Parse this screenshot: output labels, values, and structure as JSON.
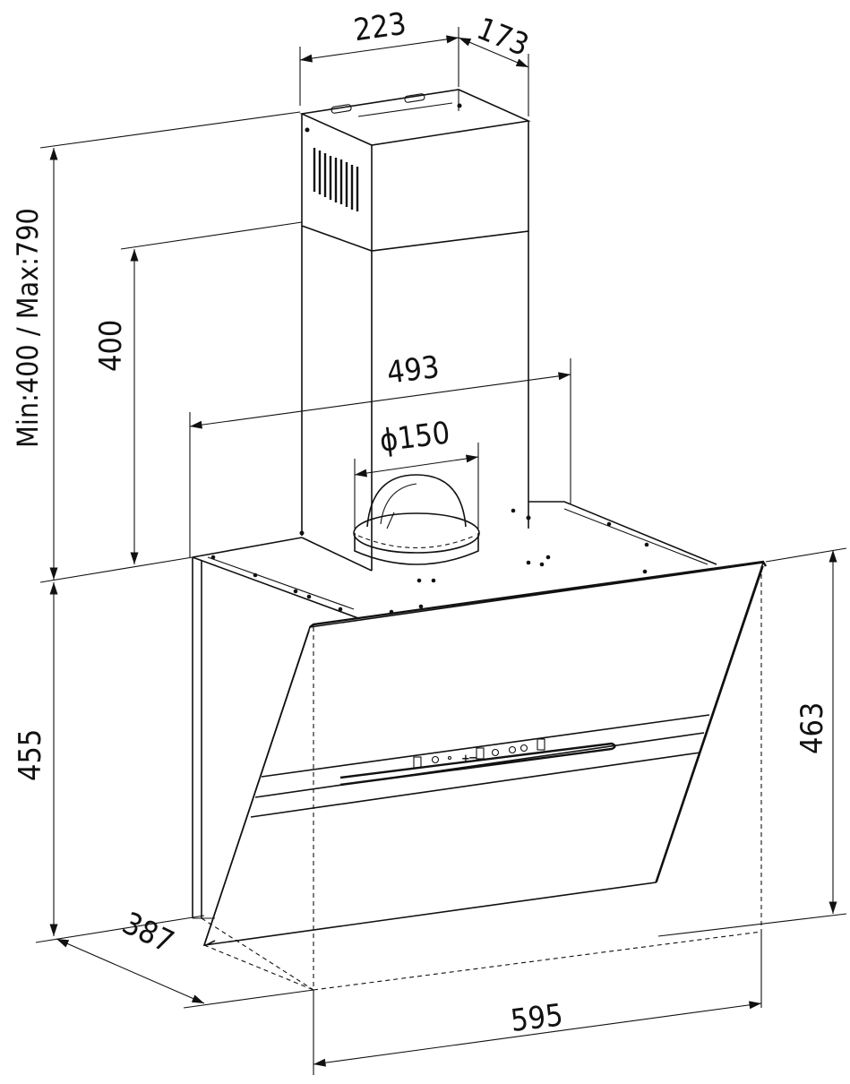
{
  "dimensions": {
    "chimney_width": "223",
    "chimney_depth": "173",
    "chimney_height_range": "Min:400 / Max:790",
    "lower_chimney_height": "400",
    "canopy_width": "493",
    "outlet_diameter": "ϕ150",
    "body_height": "455",
    "front_height": "463",
    "depth": "387",
    "overall_width": "595"
  },
  "control_panel": {
    "plus_symbol": "+",
    "minus_symbol": "−"
  },
  "colors": {
    "line": "#111111",
    "background": "#ffffff"
  }
}
